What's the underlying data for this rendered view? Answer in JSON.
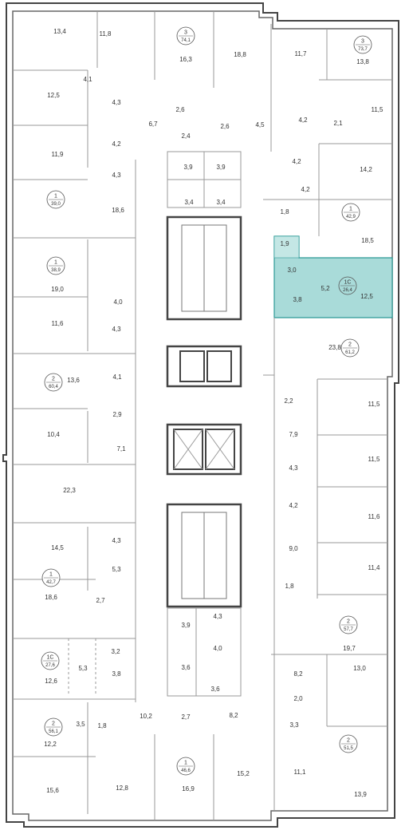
{
  "colors": {
    "wall": "#444444",
    "outline": "#999999",
    "highlight": "#a9dbd9",
    "highlight_border": "#2c9a96",
    "background": "#ffffff"
  },
  "apartments": [
    {
      "id": "a1",
      "rooms": "3",
      "total": "74,1",
      "highlighted": false
    },
    {
      "id": "a2",
      "rooms": "3",
      "total": "73,7",
      "highlighted": false
    },
    {
      "id": "a3",
      "rooms": "1",
      "total": "39,0",
      "highlighted": false
    },
    {
      "id": "a4",
      "rooms": "1",
      "total": "42,9",
      "highlighted": false
    },
    {
      "id": "a5",
      "rooms": "1",
      "total": "38,9",
      "highlighted": false
    },
    {
      "id": "a6",
      "rooms": "1С",
      "total": "26,4",
      "highlighted": true
    },
    {
      "id": "a7",
      "rooms": "2",
      "total": "61,2",
      "highlighted": false
    },
    {
      "id": "a8",
      "rooms": "2",
      "total": "60,4",
      "highlighted": false
    },
    {
      "id": "a9",
      "rooms": "1",
      "total": "42,7",
      "highlighted": false
    },
    {
      "id": "a10",
      "rooms": "2",
      "total": "57,7",
      "highlighted": false
    },
    {
      "id": "a11",
      "rooms": "1С",
      "total": "27,6",
      "highlighted": false
    },
    {
      "id": "a12",
      "rooms": "2",
      "total": "56,1",
      "highlighted": false
    },
    {
      "id": "a13",
      "rooms": "2",
      "total": "51,5",
      "highlighted": false
    },
    {
      "id": "a14",
      "rooms": "1",
      "total": "46,6",
      "highlighted": false
    }
  ],
  "room_areas": [
    "13,4",
    "11,8",
    "16,3",
    "18,8",
    "11,7",
    "13,8",
    "12,5",
    "4,1",
    "4,3",
    "2,6",
    "2,6",
    "4,5",
    "11,5",
    "6,7",
    "4,2",
    "2,4",
    "4,2",
    "2,1",
    "11,9",
    "4,3",
    "3,9",
    "3,9",
    "4,2",
    "14,2",
    "18,6",
    "3,4",
    "3,4",
    "4,2",
    "1,8",
    "18,5",
    "19,0",
    "1,9",
    "3,0",
    "5,2",
    "3,8",
    "12,5",
    "4,0",
    "11,6",
    "4,3",
    "23,8",
    "13,6",
    "4,1",
    "2,2",
    "2,9",
    "11,5",
    "10,4",
    "7,1",
    "7,9",
    "11,5",
    "4,3",
    "22,3",
    "4,2",
    "11,6",
    "4,3",
    "9,0",
    "14,5",
    "5,3",
    "11,4",
    "1,8",
    "18,6",
    "2,7",
    "3,9",
    "4,3",
    "19,7",
    "3,2",
    "4,0",
    "5,3",
    "3,8",
    "3,6",
    "3,6",
    "8,2",
    "13,0",
    "12,6",
    "2,0",
    "3,5",
    "1,8",
    "10,2",
    "2,7",
    "8,2",
    "3,3",
    "12,2",
    "15,6",
    "12,8",
    "16,9",
    "15,2",
    "11,1",
    "13,9"
  ]
}
